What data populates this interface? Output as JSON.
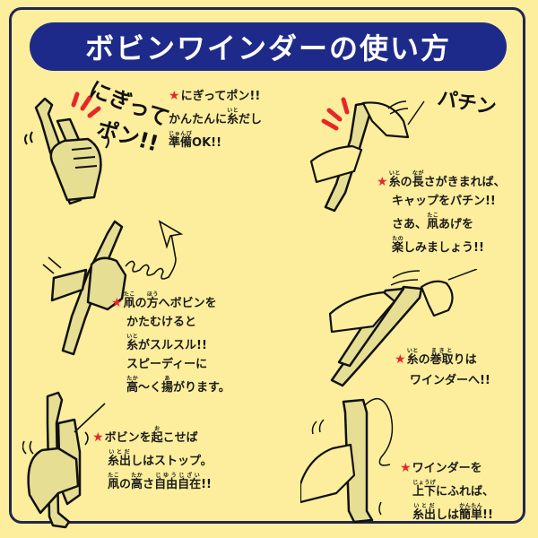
{
  "title": "ボビンワインダーの使い方",
  "colors": {
    "background": "#FCEE9C",
    "banner": "#1E2A8A",
    "frame_border": "#22264F",
    "star": "#E8262A",
    "text": "#1a1a1a",
    "illustration_fill": "#E6DE92"
  },
  "onomatopoeia": {
    "nigitte": "にぎって",
    "pon": "ポン!!",
    "pachin": "パチン"
  },
  "steps": [
    {
      "id": "step1",
      "position": "top-left",
      "star_icon": "★",
      "lines": [
        {
          "text": "にぎってポン!!"
        },
        {
          "text": "かんたんに糸だし",
          "ruby": [
            {
              "base": "糸",
              "reading": "いと"
            }
          ]
        },
        {
          "text": "準備OK!!",
          "ruby": [
            {
              "base": "準備",
              "reading": "じゅんび"
            }
          ]
        }
      ],
      "l1": "にぎってポン!!",
      "l2_pre": "かんたんに",
      "l2_rb": "糸",
      "l2_rt": "いと",
      "l2_post": "だし",
      "l3_rb": "準備",
      "l3_rt": "じゅんび",
      "l3_post": "OK!!"
    },
    {
      "id": "step2",
      "position": "middle-left",
      "star_icon": "★",
      "lines": [
        {
          "text": "凧の方へボビンを",
          "ruby": [
            {
              "base": "凧",
              "reading": "たこ"
            },
            {
              "base": "方",
              "reading": "ほう"
            }
          ]
        },
        {
          "text": "かたむけると"
        },
        {
          "text": "糸がスルスル!!",
          "ruby": [
            {
              "base": "糸",
              "reading": "いと"
            }
          ]
        },
        {
          "text": "スピーディーに"
        },
        {
          "text": "高〜く揚がります。",
          "ruby": [
            {
              "base": "高",
              "reading": "たか"
            },
            {
              "base": "揚",
              "reading": "あ"
            }
          ]
        }
      ],
      "l1_rb1": "凧",
      "l1_rt1": "たこ",
      "l1_mid": "の",
      "l1_rb2": "方",
      "l1_rt2": "ほう",
      "l1_post": "へボビンを",
      "l2": "かたむけると",
      "l3_rb": "糸",
      "l3_rt": "いと",
      "l3_post": "がスルスル!!",
      "l4": "スピーディーに",
      "l5_rb1": "高",
      "l5_rt1": "たか",
      "l5_mid": "〜く",
      "l5_rb2": "揚",
      "l5_rt2": "あ",
      "l5_post": "がります。"
    },
    {
      "id": "step3",
      "position": "bottom-left",
      "star_icon": "★",
      "lines": [
        {
          "text": "ボビンを起こせば",
          "ruby": [
            {
              "base": "起",
              "reading": "お"
            }
          ]
        },
        {
          "text": "糸出しはストップ。",
          "ruby": [
            {
              "base": "糸出",
              "reading": "いとだ"
            }
          ]
        },
        {
          "text": "凧の高さ自由自在!!",
          "ruby": [
            {
              "base": "凧",
              "reading": "たこ"
            },
            {
              "base": "高",
              "reading": "たか"
            },
            {
              "base": "自由自在",
              "reading": "じゆうじざい"
            }
          ]
        }
      ],
      "l1_pre": "ボビンを",
      "l1_rb": "起",
      "l1_rt": "お",
      "l1_post": "こせば",
      "l2_rb": "糸出",
      "l2_rt": "いとだ",
      "l2_post": "しはストップ。",
      "l3_rb1": "凧",
      "l3_rt1": "たこ",
      "l3_mid1": "の",
      "l3_rb2": "高",
      "l3_rt2": "たか",
      "l3_mid2": "さ",
      "l3_rb3": "自由自在",
      "l3_rt3": "じゆうじざい",
      "l3_post": "!!"
    },
    {
      "id": "step4",
      "position": "top-right",
      "star_icon": "★",
      "lines": [
        {
          "text": "糸の長さがきまれば、",
          "ruby": [
            {
              "base": "糸",
              "reading": "いと"
            },
            {
              "base": "長",
              "reading": "なが"
            }
          ]
        },
        {
          "text": "キャップをパチン!!"
        },
        {
          "text": "さあ、凧あげを",
          "ruby": [
            {
              "base": "凧",
              "reading": "たこ"
            }
          ]
        },
        {
          "text": "楽しみましょう!!",
          "ruby": [
            {
              "base": "楽",
              "reading": "たの"
            }
          ]
        }
      ],
      "l1_rb1": "糸",
      "l1_rt1": "いと",
      "l1_mid": "の",
      "l1_rb2": "長",
      "l1_rt2": "なが",
      "l1_post": "さがきまれば、",
      "l2": "キャップをパチン!!",
      "l3_pre": "さあ、",
      "l3_rb": "凧",
      "l3_rt": "たこ",
      "l3_post": "あげを",
      "l4_rb": "楽",
      "l4_rt": "たの",
      "l4_post": "しみましょう!!"
    },
    {
      "id": "step5",
      "position": "middle-right",
      "star_icon": "★",
      "lines": [
        {
          "text": "糸の巻取りは",
          "ruby": [
            {
              "base": "糸",
              "reading": "いと"
            },
            {
              "base": "巻取",
              "reading": "まきと"
            }
          ]
        },
        {
          "text": "ワインダーへ!!"
        }
      ],
      "l1_rb1": "糸",
      "l1_rt1": "いと",
      "l1_mid": "の",
      "l1_rb2": "巻取",
      "l1_rt2": "まきと",
      "l1_post": "りは",
      "l2": "ワインダーへ!!"
    },
    {
      "id": "step6",
      "position": "bottom-right",
      "star_icon": "★",
      "lines": [
        {
          "text": "ワインダーを"
        },
        {
          "text": "上下にふれば、",
          "ruby": [
            {
              "base": "上下",
              "reading": "じょうげ"
            }
          ]
        },
        {
          "text": "糸出しは簡単!!",
          "ruby": [
            {
              "base": "糸出",
              "reading": "いとだ"
            },
            {
              "base": "簡単",
              "reading": "かんたん"
            }
          ]
        }
      ],
      "l1": "ワインダーを",
      "l2_rb": "上下",
      "l2_rt": "じょうげ",
      "l2_post": "にふれば、",
      "l3_rb1": "糸出",
      "l3_rt1": "いとだ",
      "l3_mid": "しは",
      "l3_rb2": "簡単",
      "l3_rt2": "かんたん",
      "l3_post": "!!"
    }
  ],
  "illustrations": [
    {
      "id": "illus-grip-pon",
      "depicts": "hand squeezing bobbin winder"
    },
    {
      "id": "illus-kite-tilt",
      "depicts": "hand tilting bobbin toward paper kite with looping string"
    },
    {
      "id": "illus-bobbin-upright",
      "depicts": "hand holding bobbin upright"
    },
    {
      "id": "illus-cap-snap",
      "depicts": "hands snapping cap on winder"
    },
    {
      "id": "illus-rewind",
      "depicts": "hands winding string onto winder"
    },
    {
      "id": "illus-shake",
      "depicts": "hand shaking winder up and down"
    }
  ]
}
